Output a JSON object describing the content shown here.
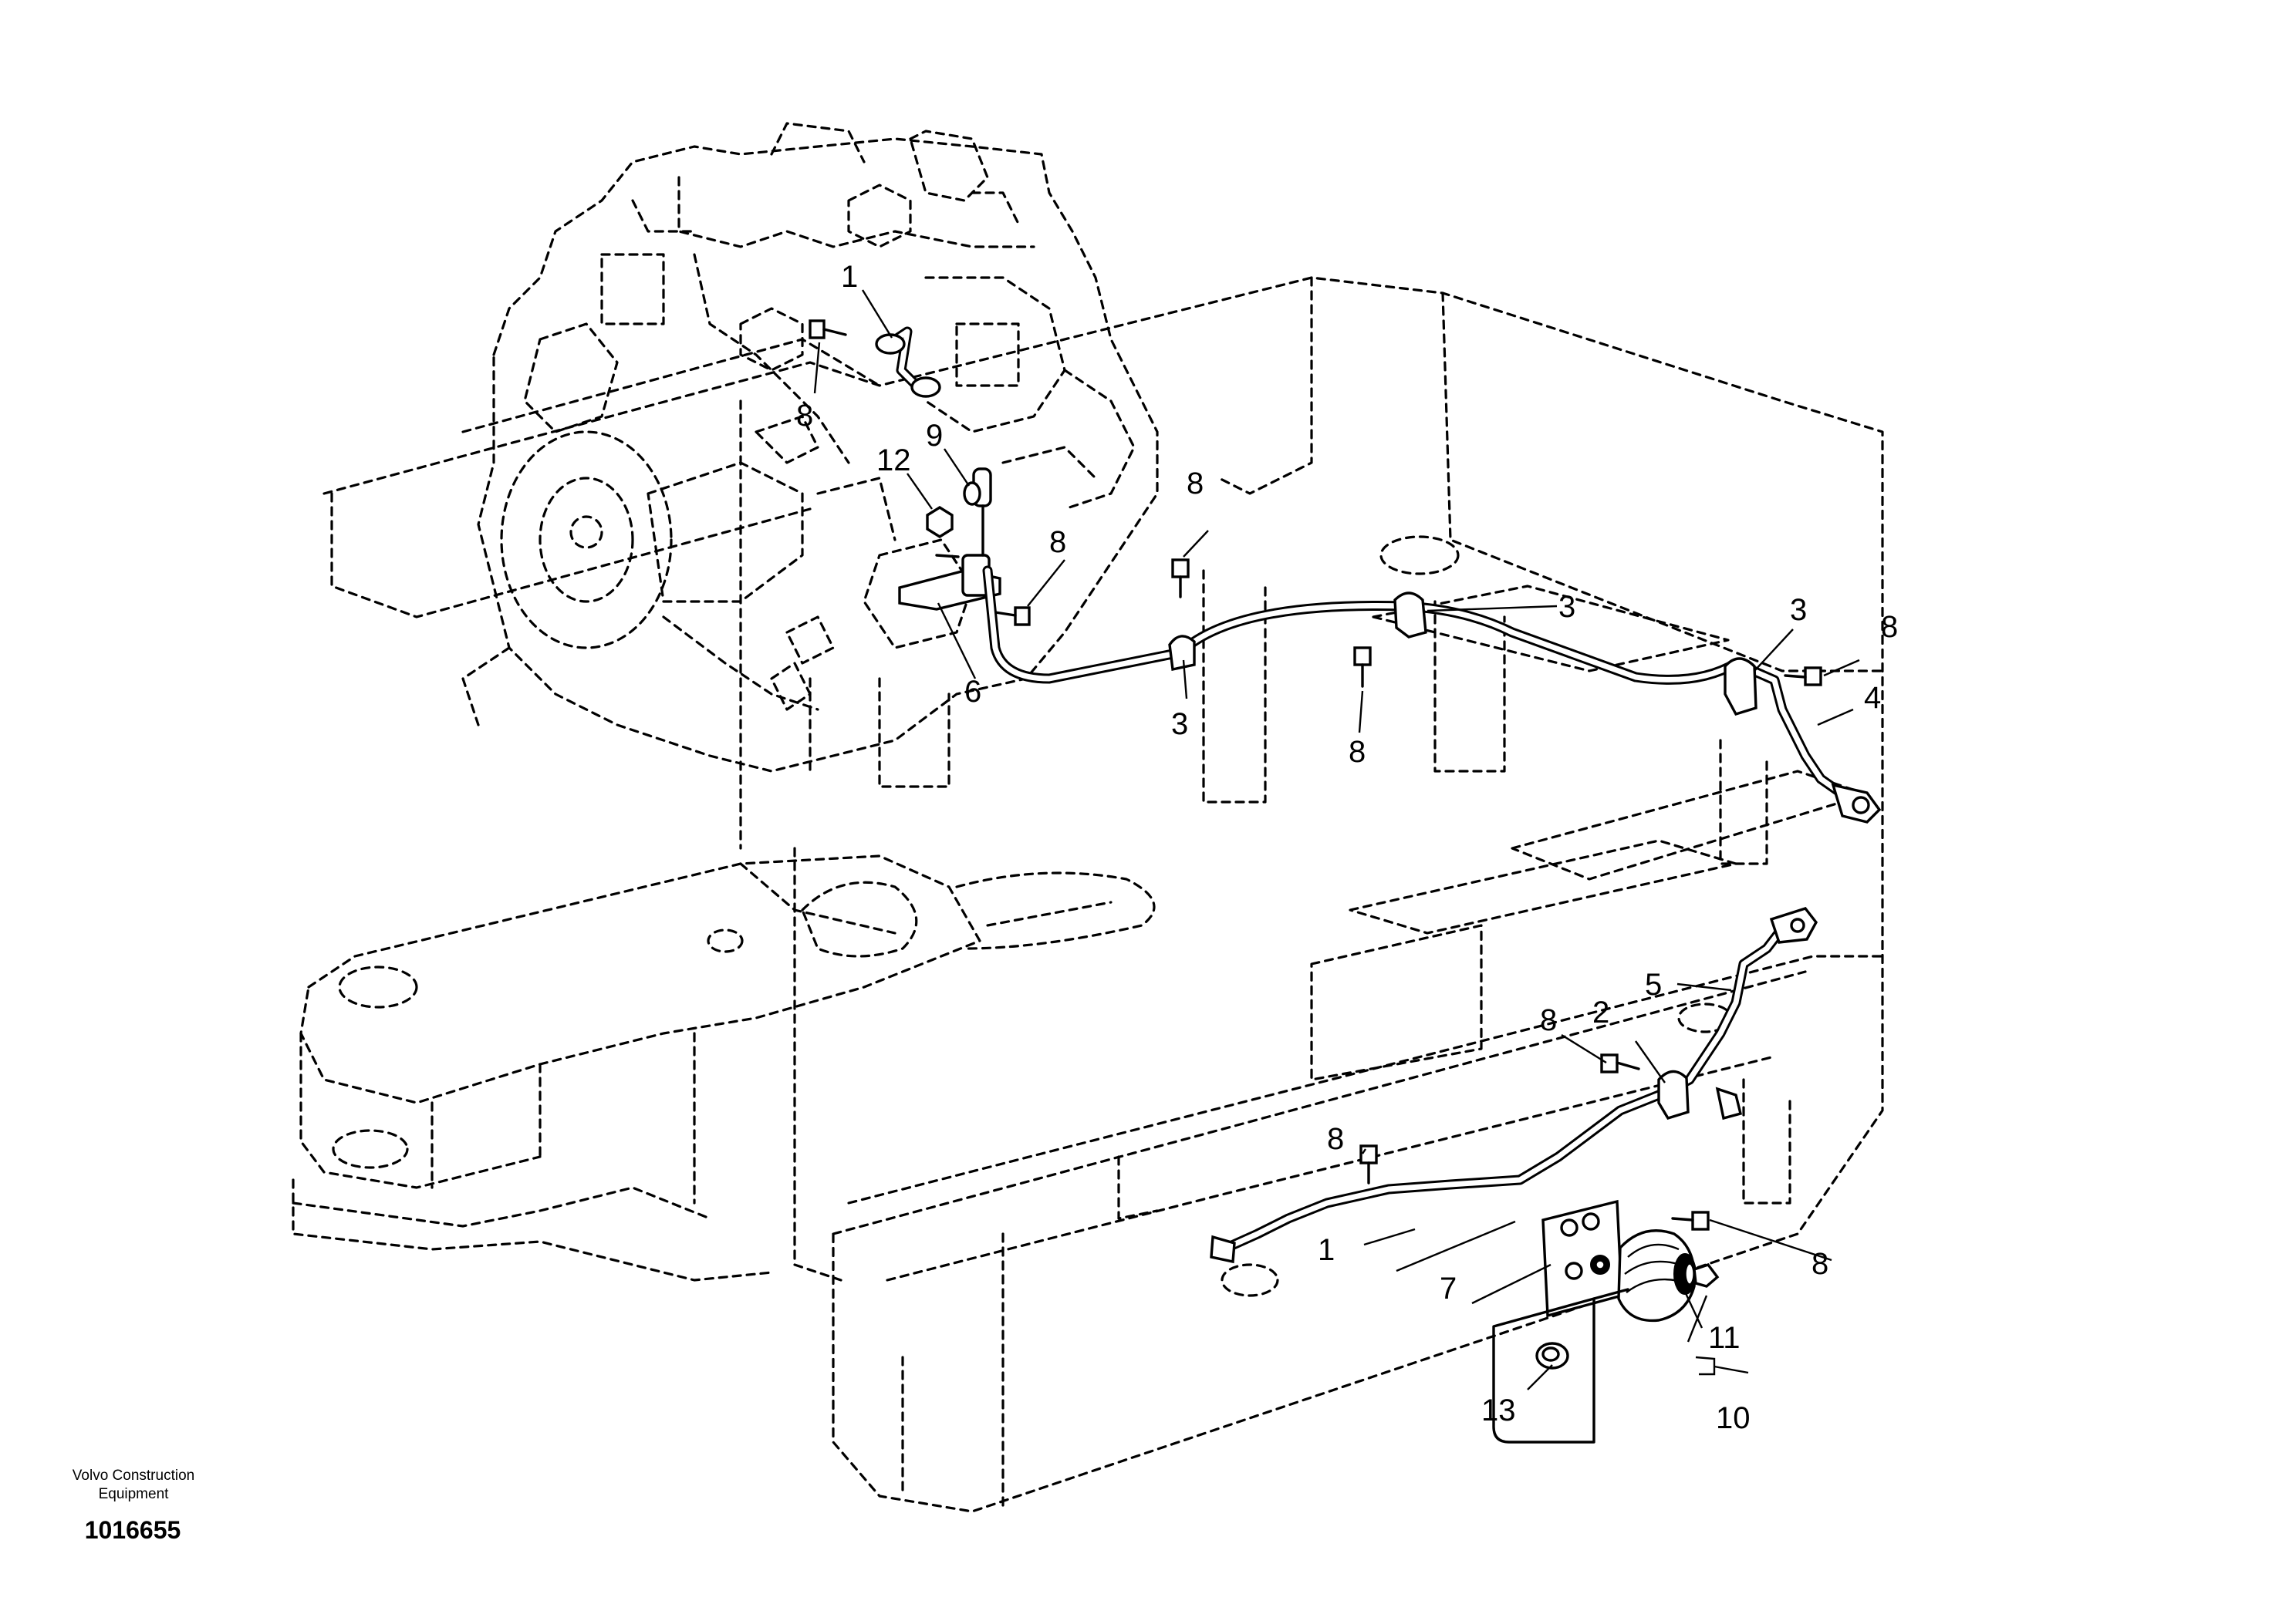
{
  "drawing": {
    "company": "Volvo Construction Equipment",
    "drawing_number": "1016655"
  },
  "callouts": {
    "c1_top": "1",
    "c8_a": "8",
    "c9": "9",
    "c12": "12",
    "c8_b": "8",
    "c8_c": "8",
    "c6": "6",
    "c3_a": "3",
    "c3_b": "3",
    "c8_d": "8",
    "c3_c": "3",
    "c8_e": "8",
    "c4": "4",
    "c5": "5",
    "c8_f": "8",
    "c2": "2",
    "c8_g": "8",
    "c1_bottom": "1",
    "c7": "7",
    "c8_h": "8",
    "c11": "11",
    "c10": "10",
    "c13": "13"
  }
}
